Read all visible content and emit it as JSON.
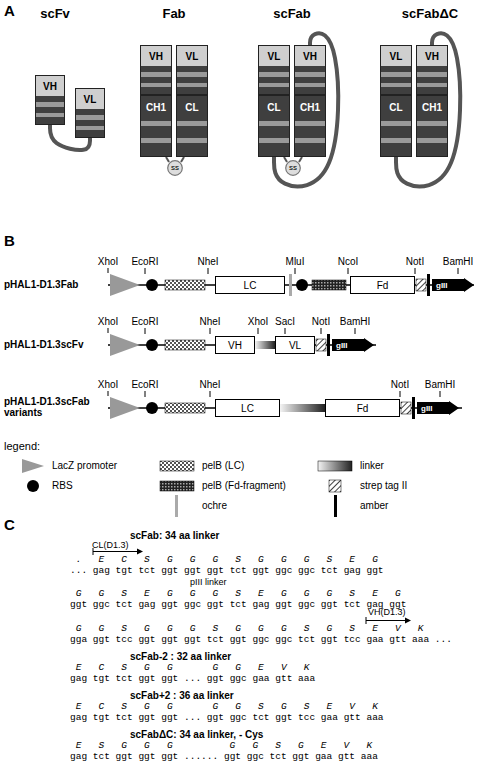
{
  "diagram": {
    "nodes": [
      {
        "text": [
          "VH"
        ]
      },
      {
        "text": [
          "VL"
        ]
      },
      {
        "text": [
          "VH"
        ]
      },
      {
        "text": [
          "CH1"
        ]
      },
      {
        "text": [
          "VL"
        ]
      },
      {
        "text": [
          "CL"
        ]
      },
      {
        "text": [
          "ss"
        ]
      },
      {
        "text": [
          "VL"
        ]
      },
      {
        "text": [
          "CL"
        ]
      },
      {
        "text": [
          "VH"
        ]
      },
      {
        "text": [
          "CH1"
        ]
      },
      {
        "text": [
          "ss"
        ]
      },
      {
        "text": [
          "VL"
        ]
      },
      {
        "text": [
          "CL"
        ]
      },
      {
        "text": [
          "VH"
        ]
      },
      {
        "text": [
          "CH1"
        ]
      },
      {
        "text": [
          "LC"
        ]
      },
      {
        "text": [
          "Fd"
        ]
      },
      {
        "text": [
          "gIII"
        ]
      },
      {
        "text": [
          "VH"
        ]
      },
      {
        "text": [
          "VL"
        ]
      },
      {
        "text": [
          "gIII"
        ]
      },
      {
        "text": [
          "LC"
        ]
      },
      {
        "text": [
          "Fd"
        ]
      },
      {
        "text": [
          "gIII"
        ]
      }
    ],
    "edges": [
      {
        "from": 0,
        "to": 1,
        "arrow": "none"
      },
      {
        "from": 8,
        "to": 9,
        "arrow": "none"
      },
      {
        "from": 13,
        "to": 14,
        "arrow": "none"
      },
      {
        "from": 19,
        "to": 20,
        "arrow": "none"
      },
      {
        "from": 22,
        "to": 23,
        "arrow": "none"
      }
    ],
    "labels": [
      "A",
      "scFv",
      "Fab",
      "scFab",
      "scFabΔC",
      "B",
      "pHAL1-D1.3Fab",
      "XhoI",
      "EcoRI",
      "NheI",
      "MluI",
      "NcoI",
      "NotI",
      "BamHI",
      "pHAL1-D1.3scFv",
      "XhoI",
      "EcoRI",
      "NheI",
      "XhoI",
      "SacI",
      "NotI",
      "BamHI",
      "pHAL1-D1.3scFab variants",
      "XhoI",
      "EcoRI",
      "NheI",
      "NotI",
      "BamHI",
      "legend:",
      "C",
      "scFab: 34 aa linker",
      "CL(D1.3)",
      ". E C S G G G S G G G S E G",
      "... gag tgt tct ggt ggt ggt tct ggt ggc ggc tct gag ggt",
      "pIII linker",
      "G G S E G G G S E G G G S E G",
      "ggt ggc tct gag ggt ggc ggt tct gag ggt ggc ggt tct gag ggt",
      "VH(D1.3)",
      "G G S G G G S G G G S G S E V K",
      "gga ggt tcc ggt ggt ggt tct ggt ggc ggc tct ggt tcc gaa gtt aaa ...",
      "scFab-2 : 32 aa linker",
      "E C S G G",
      "G G E V K",
      "gag tgt tct ggt ggt ... ggt ggc gaa gtt aaa",
      "scFab+2 : 36 aa linker",
      "E C S G G",
      "G G S G S E V K",
      "gag tgt tct ggt ggt ... ggt ggc tct ggt tcc gaa gtt aaa",
      "scFabΔC: 34 aa linker, - Cys",
      "E S G G G",
      "G G S G E V K",
      "gag tct ggt ggt ggt ...... ggt ggc tct ggt gaa gtt aaa"
    ],
    "legend": [
      {
        "text": "LacZ promoter"
      },
      {
        "text": "pelB (LC)"
      },
      {
        "text": "linker"
      },
      {
        "text": "RBS"
      },
      {
        "text": "pelB (Fd-fragment)"
      },
      {
        "text": "strep tag II"
      },
      {
        "text": "ochre"
      },
      {
        "text": "amber"
      }
    ]
  }
}
